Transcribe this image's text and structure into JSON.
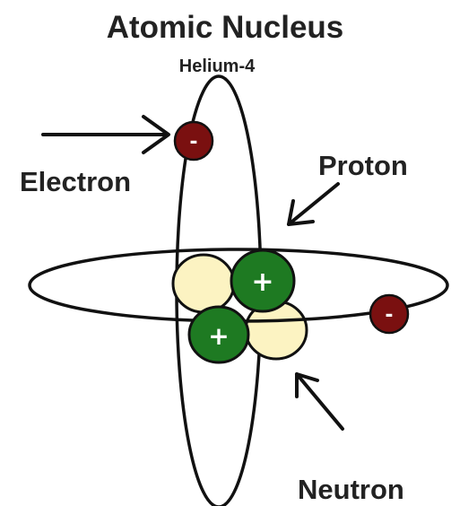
{
  "title": "Atomic Nucleus",
  "subtitle": "Helium-4",
  "labels": {
    "electron": "Electron",
    "proton": "Proton",
    "neutron": "Neutron"
  },
  "charges": {
    "electron": "-",
    "proton": "+"
  },
  "colors": {
    "electron_fill": "#7a1010",
    "proton_fill": "#1e7a22",
    "neutron_fill": "#fcf3c2",
    "outline": "#111111",
    "text": "#222222"
  }
}
